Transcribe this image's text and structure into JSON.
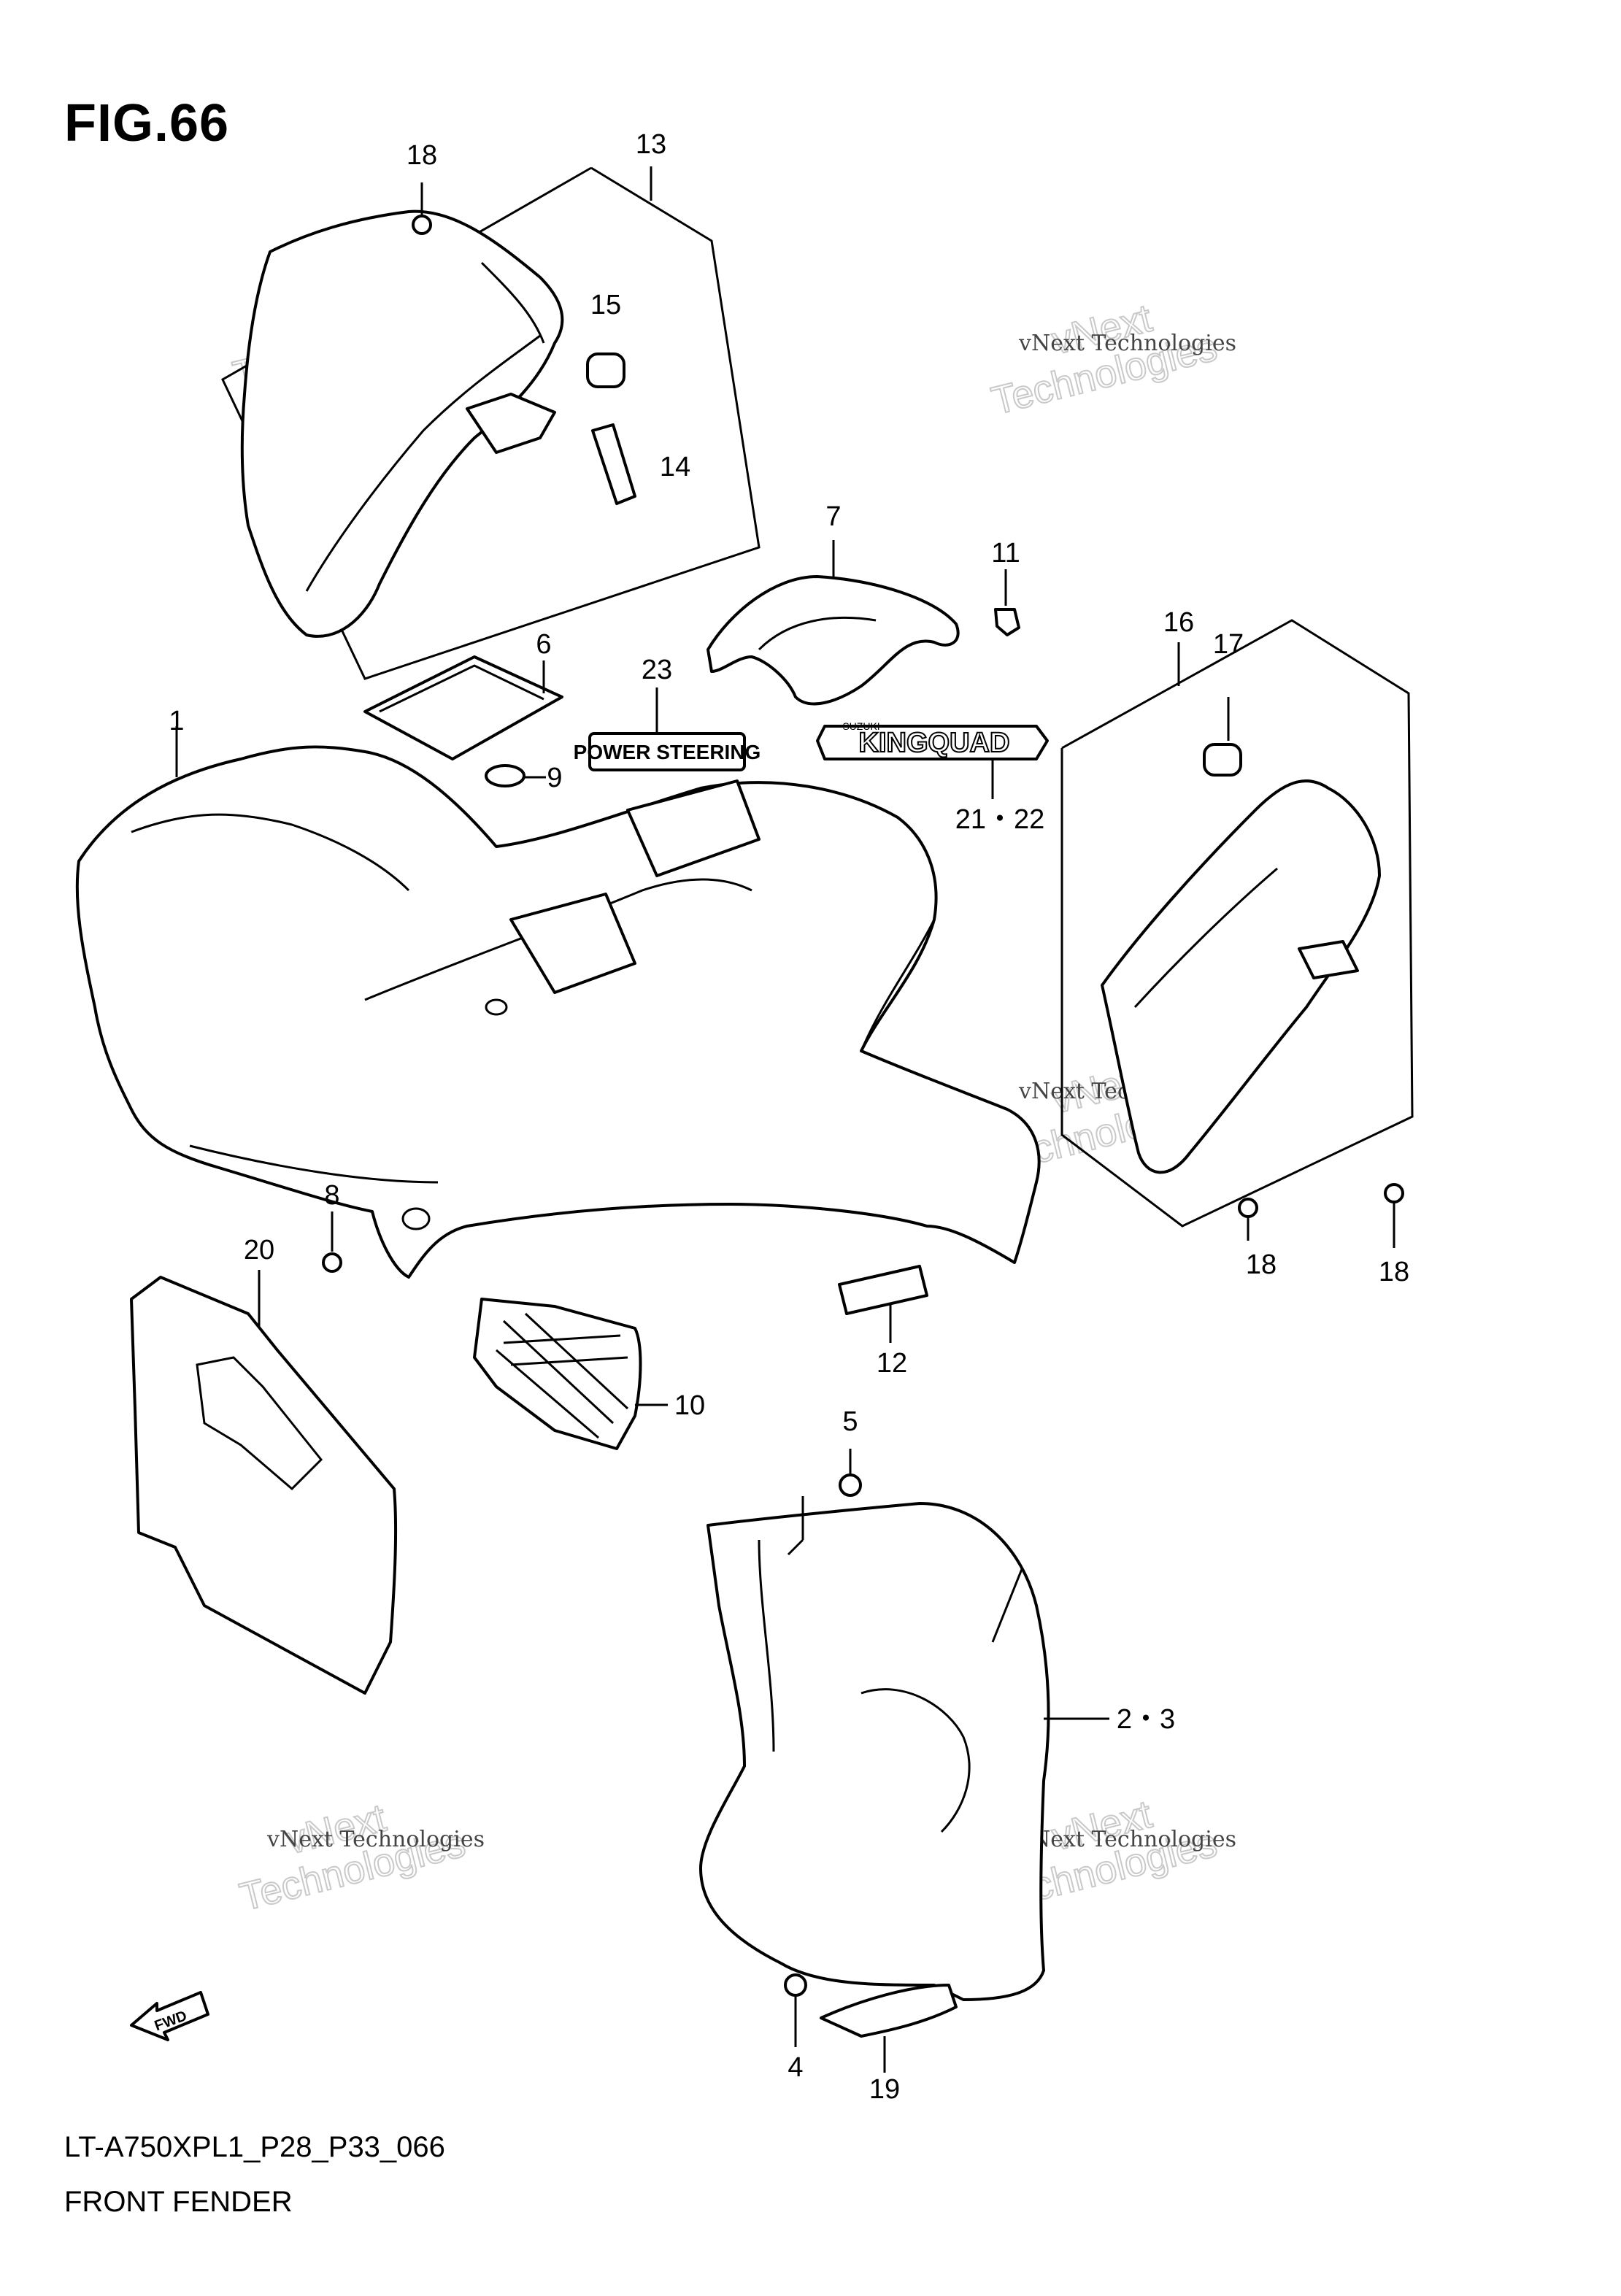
{
  "figure": {
    "title": "FIG.66",
    "model_code": "LT-A750XPL1_P28_P33_066",
    "name": "FRONT FENDER"
  },
  "callouts": {
    "c1": "1",
    "c2_3": "2・3",
    "c4": "4",
    "c5": "5",
    "c6": "6",
    "c7": "7",
    "c8": "8",
    "c9": "9",
    "c10": "10",
    "c11": "11",
    "c12": "12",
    "c13": "13",
    "c14": "14",
    "c15": "15",
    "c16": "16",
    "c17": "17",
    "c18a": "18",
    "c18b": "18",
    "c18c": "18",
    "c19": "19",
    "c20": "20",
    "c21_22": "21・22",
    "c23": "23"
  },
  "decals": {
    "power_steering": "POWER STEERING",
    "kingquad": "KINGQUAD",
    "suzuki": "SUZUKI"
  },
  "fwd_arrow": "FWD",
  "watermark": {
    "line1": "vNext Technologies",
    "line2": "vNext",
    "line3": "Technologies"
  }
}
